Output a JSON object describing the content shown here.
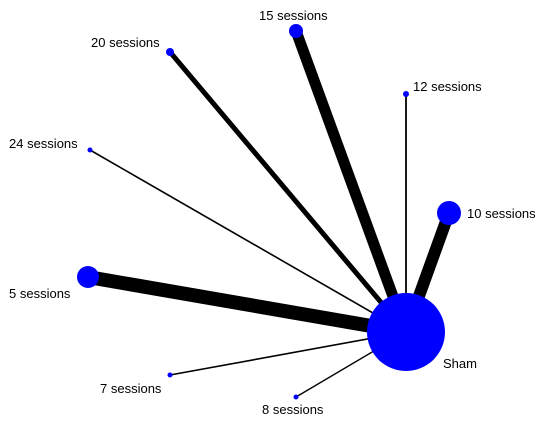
{
  "colors": {
    "node": "#0000ff",
    "edge": "#000000",
    "background": "#ffffff"
  },
  "nodes": [
    {
      "id": "sham",
      "label": "Sham"
    },
    {
      "id": "s5",
      "label": "5 sessions"
    },
    {
      "id": "s7",
      "label": "7 sessions"
    },
    {
      "id": "s8",
      "label": "8 sessions"
    },
    {
      "id": "s10",
      "label": "10 sessions"
    },
    {
      "id": "s12",
      "label": "12 sessions"
    },
    {
      "id": "s15",
      "label": "15 sessions"
    },
    {
      "id": "s20",
      "label": "20 sessions"
    },
    {
      "id": "s24",
      "label": "24 sessions"
    }
  ]
}
